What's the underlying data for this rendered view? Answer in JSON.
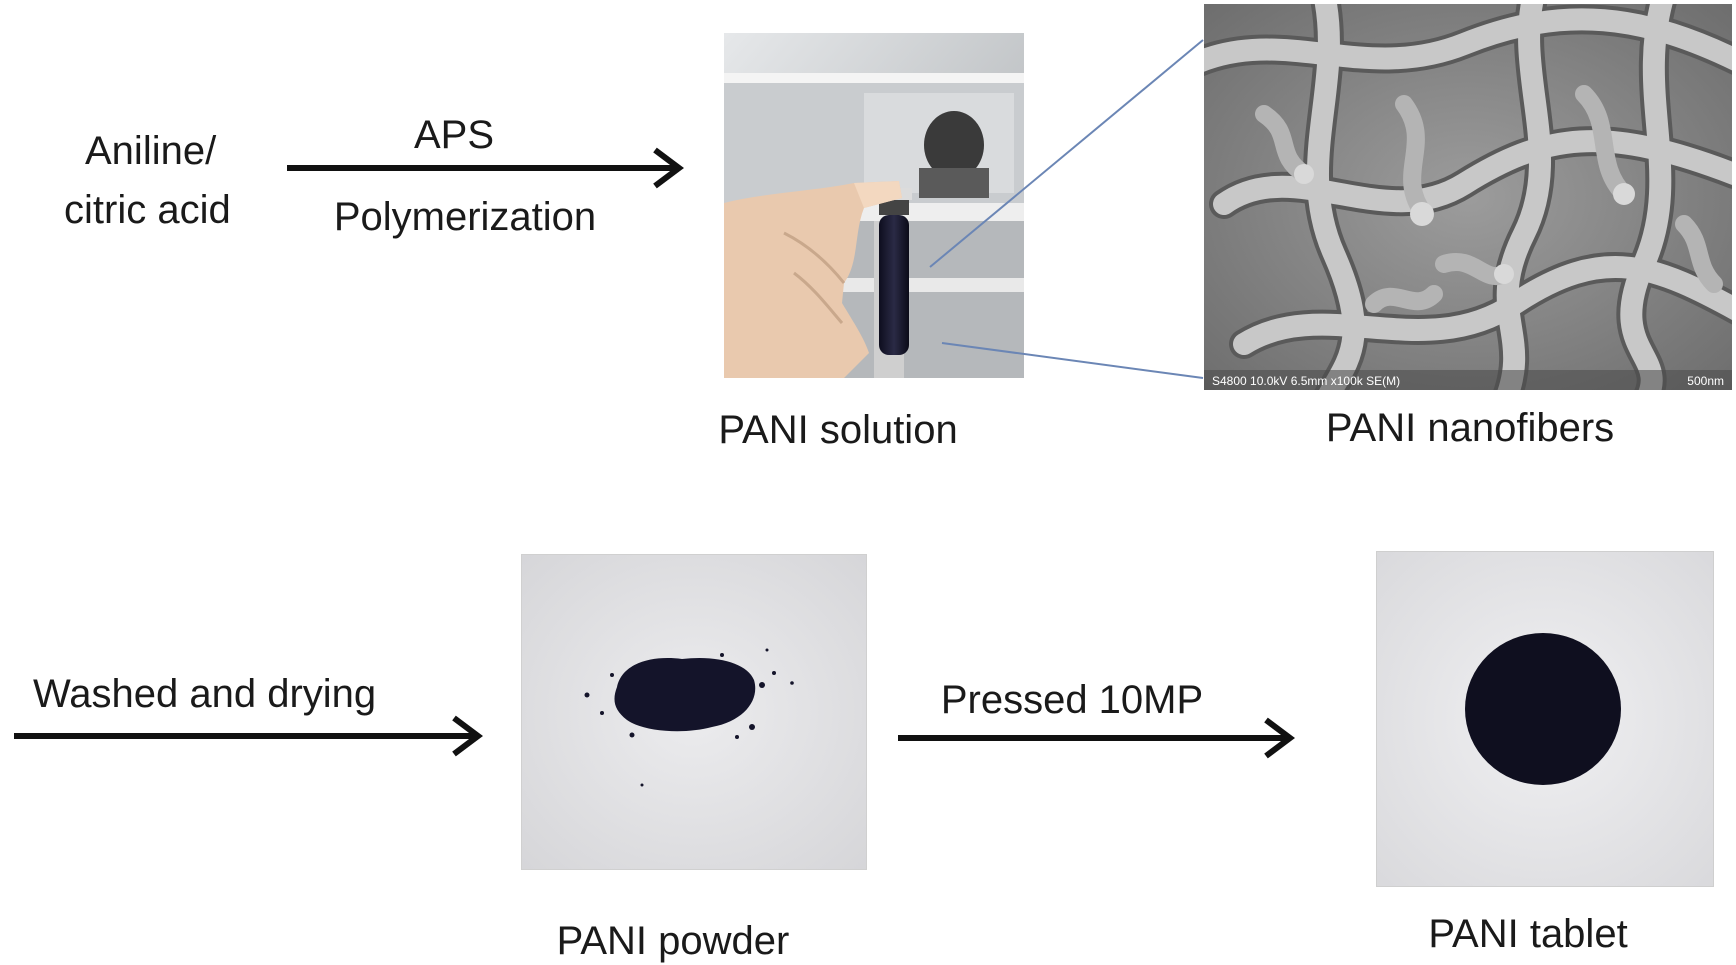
{
  "reactants": {
    "line1": "Aniline/",
    "line2": "citric acid"
  },
  "step1": {
    "above": "APS",
    "below": "Polymerization"
  },
  "photos": {
    "solution": {
      "caption": "PANI solution"
    },
    "sem": {
      "caption": "PANI nanofibers",
      "info": "S4800 10.0kV 6.5mm x100k SE(M)",
      "scale": "500nm"
    },
    "powder": {
      "caption": "PANI powder"
    },
    "tablet": {
      "caption": "PANI tablet"
    }
  },
  "step2": {
    "label": "Washed and drying"
  },
  "step3": {
    "label": "Pressed 10MP"
  },
  "colors": {
    "arrow": "#111111",
    "connector": "#6b86b5",
    "sem_background": "#8f8f8f",
    "dark_material": "#15152a",
    "photo_background": "#e6e6e8"
  }
}
